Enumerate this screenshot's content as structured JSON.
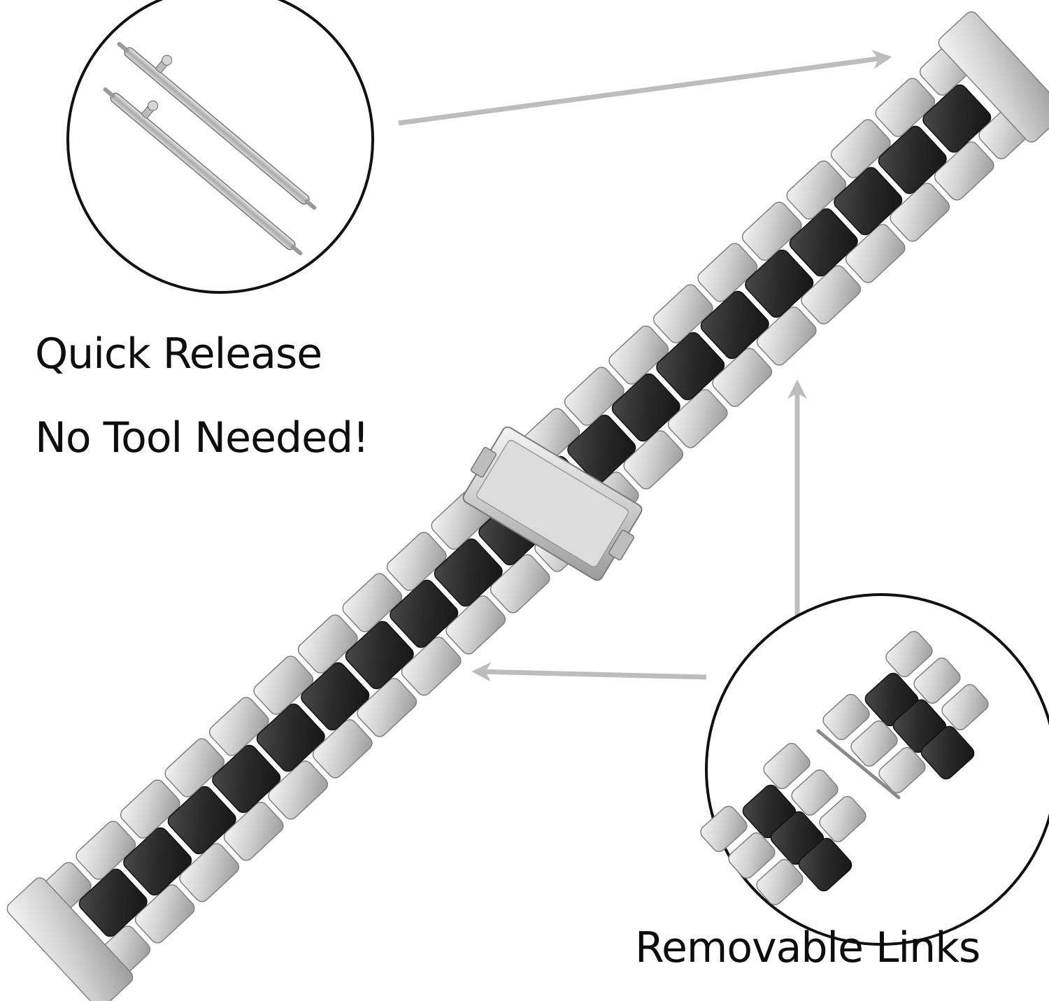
{
  "labels": {
    "quick_release": "Quick Release",
    "no_tool": "No Tool Needed!",
    "removable_links": "Removable Links"
  },
  "colors": {
    "background": "#ffffff",
    "silver_light": "#e6e6e6",
    "silver_mid": "#c4c4c4",
    "silver_dark": "#8f8f8f",
    "black_link": "#2b2b2b",
    "arrow": "#bdbdbd",
    "circle_stroke": "#111111"
  },
  "icons": [
    "spring-bar-icon",
    "removable-link-icon",
    "arrow-icon"
  ]
}
